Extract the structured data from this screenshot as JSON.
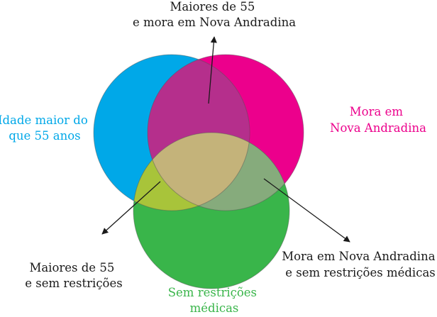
{
  "sets": {
    "age": {
      "label_lines": [
        "Idade maior do",
        "que 55 anos"
      ],
      "color": "#00a8e8"
    },
    "city": {
      "label_lines": [
        "Mora em",
        "Nova Andradina"
      ],
      "color": "#ec008c"
    },
    "health": {
      "label_lines": [
        "Sem restrições",
        "médicas"
      ],
      "color": "#39b54a"
    }
  },
  "intersections": {
    "age_city": {
      "label_lines": [
        "Maiores de 55",
        "e mora em Nova Andradina"
      ]
    },
    "age_health": {
      "label_lines": [
        "Maiores de 55",
        "e sem restrições"
      ]
    },
    "city_health": {
      "label_lines": [
        "Mora em Nova Andradina",
        "e sem restrições médicas"
      ]
    }
  },
  "overlap_colors": {
    "age_city": "#b52f8c",
    "age_health": "#a8c43a",
    "city_health": "#86ab7c",
    "all": "#c4b37a"
  },
  "text_color": "#1a1a1a"
}
